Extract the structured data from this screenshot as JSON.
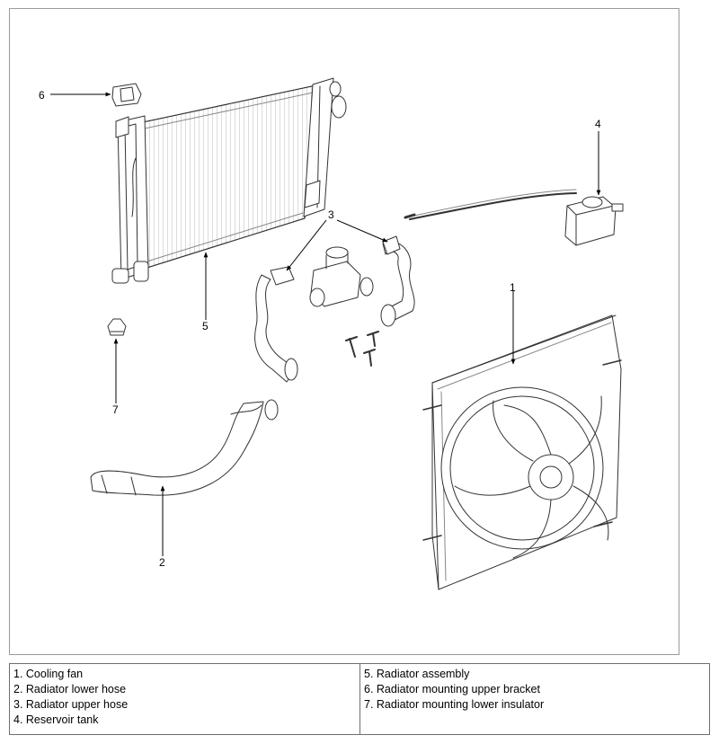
{
  "diagram": {
    "callouts": [
      "1",
      "2",
      "3",
      "4",
      "5",
      "6",
      "7"
    ]
  },
  "legend": {
    "left": [
      "1. Cooling fan",
      "2. Radiator lower hose",
      "3. Radiator upper hose",
      "4. Reservoir tank"
    ],
    "right": [
      "5. Radiator assembly",
      "6. Radiator mounting upper bracket",
      "7. Radiator mounting lower insulator"
    ]
  }
}
